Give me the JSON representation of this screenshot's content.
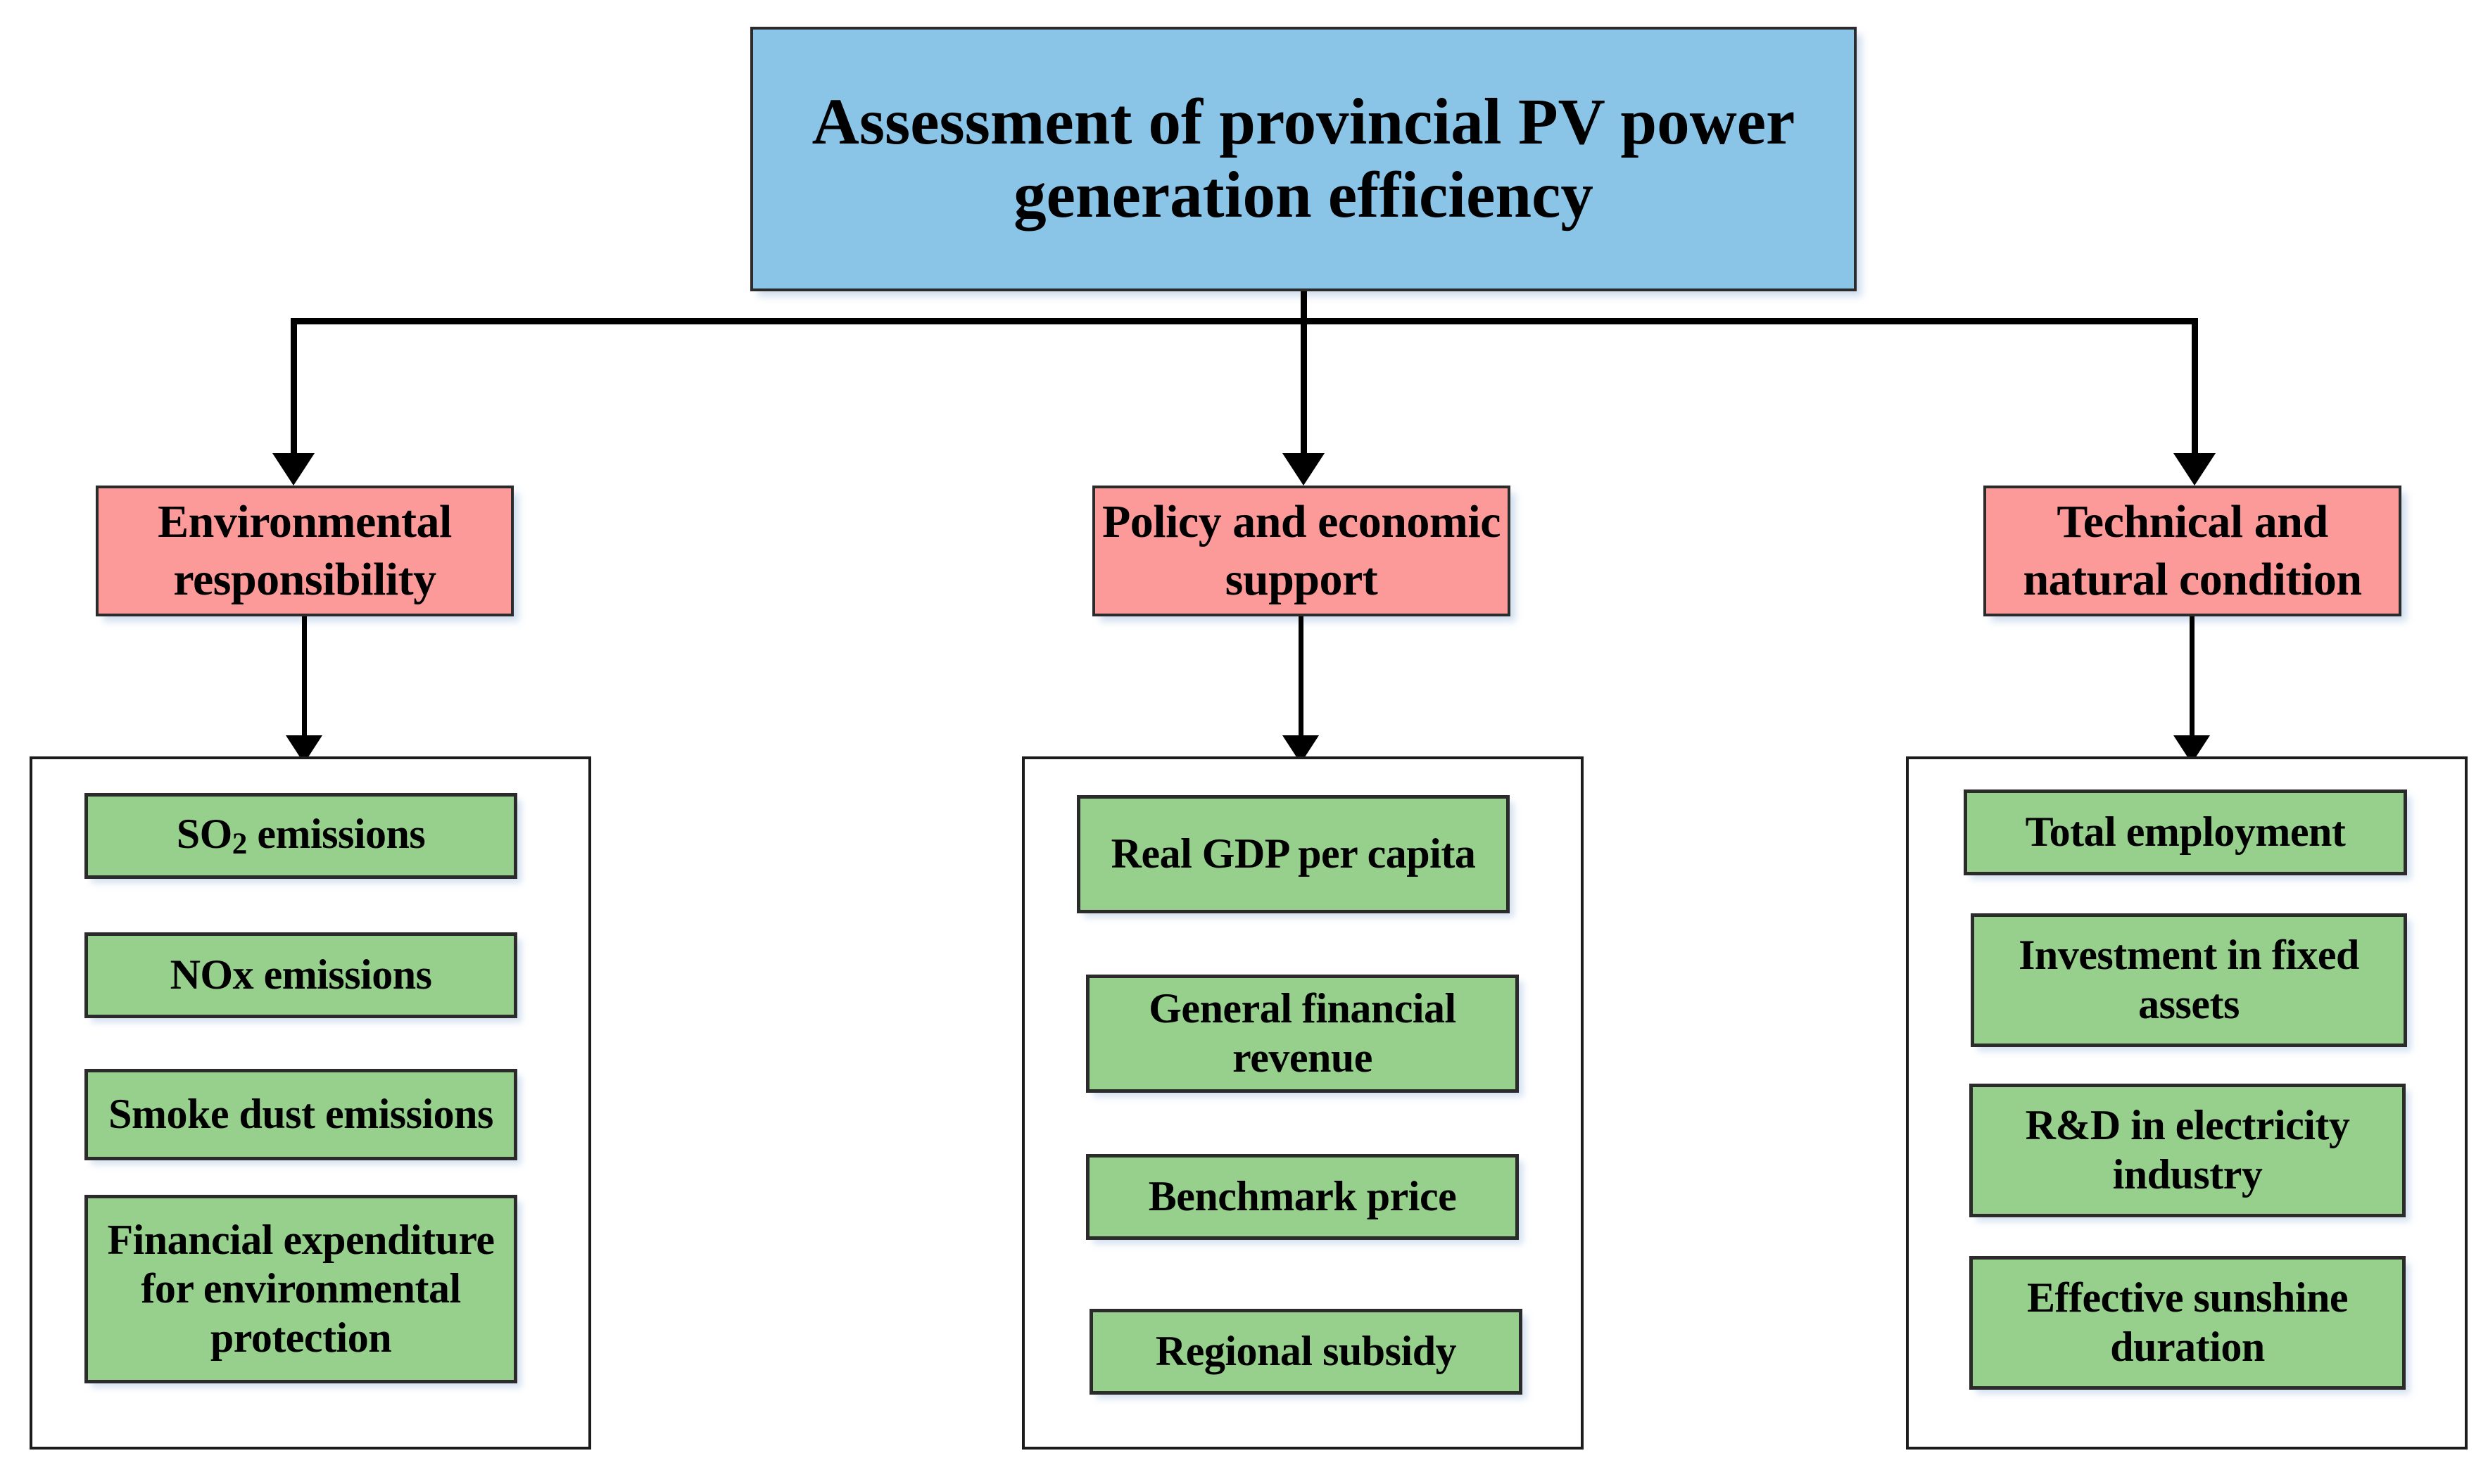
{
  "diagram": {
    "type": "hierarchy-tree",
    "root": {
      "label": "Assessment of  provincial  PV power generation efficiency",
      "color": "#8AC5E8"
    },
    "category_color": "#FC9A9A",
    "leaf_color": "#96D08C",
    "branches": [
      {
        "id": "environmental",
        "label": "Environmental responsibility",
        "indicators": [
          {
            "text": "SO2 emissions",
            "prefix": "SO",
            "subscript": "2",
            "suffix": " emissions"
          },
          {
            "text": "NOx emissions"
          },
          {
            "text": "Smoke dust emissions"
          },
          {
            "text": "Financial expenditure for environmental protection"
          }
        ]
      },
      {
        "id": "policy",
        "label": "Policy and economic support",
        "indicators": [
          {
            "text": "Real GDP per capita"
          },
          {
            "text": "General financial revenue"
          },
          {
            "text": "Benchmark price"
          },
          {
            "text": "Regional subsidy"
          }
        ]
      },
      {
        "id": "technical",
        "label": "Technical and natural condition",
        "indicators": [
          {
            "text": "Total employment"
          },
          {
            "text": "Investment in fixed assets"
          },
          {
            "text": "R&D in electricity industry"
          },
          {
            "text": "Effective sunshine duration"
          }
        ]
      }
    ]
  }
}
